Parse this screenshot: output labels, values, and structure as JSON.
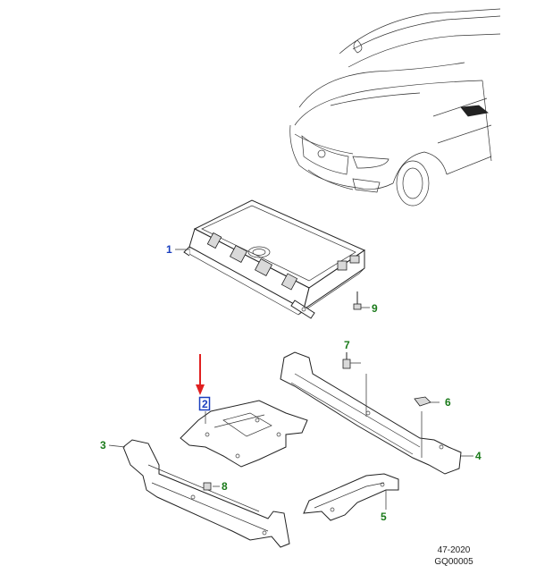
{
  "diagram": {
    "callouts": [
      {
        "id": "1",
        "label": "1",
        "color": "#1a3fbf"
      },
      {
        "id": "2",
        "label": "2",
        "color": "#1a3fbf",
        "highlighted": true
      },
      {
        "id": "3",
        "label": "3",
        "color": "#1a7a1a"
      },
      {
        "id": "4",
        "label": "4",
        "color": "#1a7a1a"
      },
      {
        "id": "5",
        "label": "5",
        "color": "#1a7a1a"
      },
      {
        "id": "6",
        "label": "6",
        "color": "#1a7a1a"
      },
      {
        "id": "7",
        "label": "7",
        "color": "#1a7a1a"
      },
      {
        "id": "8",
        "label": "8",
        "color": "#1a7a1a"
      },
      {
        "id": "9",
        "label": "9",
        "color": "#1a7a1a"
      }
    ],
    "indicator_arrow_color": "#e02020",
    "reference": {
      "line1": "47-2020",
      "line2": "GQ00005"
    }
  }
}
